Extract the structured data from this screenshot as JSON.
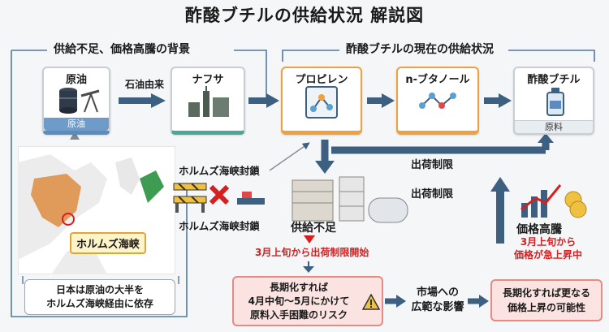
{
  "title": "酢酸ブチルの供給状況 解説図",
  "left_section": {
    "heading": "供給不足、価格高騰の背景"
  },
  "right_section": {
    "heading": "酢酸ブチルの現在の供給状況"
  },
  "nodes": {
    "crude_oil": {
      "label": "原油",
      "foot": "原油"
    },
    "naphtha": {
      "label": "ナフサ"
    },
    "propylene": {
      "label": "プロピレン"
    },
    "butanol": {
      "label": "n-ブタノール"
    },
    "butyl_acetate": {
      "label": "酢酸ブチル",
      "foot": "原料"
    }
  },
  "edge_labels": {
    "petroleum_origin": "石油由来",
    "shipment_limit_1": "出荷制限",
    "shipment_limit_2": "出荷制限"
  },
  "hormuz": {
    "blockade_top": "ホルムズ海峡封鎖",
    "blockade_bottom": "ホルムズ海峡封鎖",
    "map_label": "ホルムズ海峡"
  },
  "dependence_note": "日本は原油の大半を\nホルムズ海峡経由に依存",
  "shortage": {
    "label": "供給不足",
    "note": "3月上旬から出荷制限開始"
  },
  "price": {
    "label": "価格高騰",
    "note": "3月上旬から\n価格が急上昇中"
  },
  "risk_box": "長期化すれば\n4月中旬〜5月にかけて\n原料入手困難のリスク",
  "market_impact": "市場への\n広範な影響",
  "price_risk_box": "長期化すれば更なる\n価格上昇の可能性",
  "colors": {
    "arrow": "#3d5f80",
    "orange": "#f0a03c",
    "teal": "#4aa89a",
    "red": "#d42020",
    "map_land": "#e09a5a"
  }
}
